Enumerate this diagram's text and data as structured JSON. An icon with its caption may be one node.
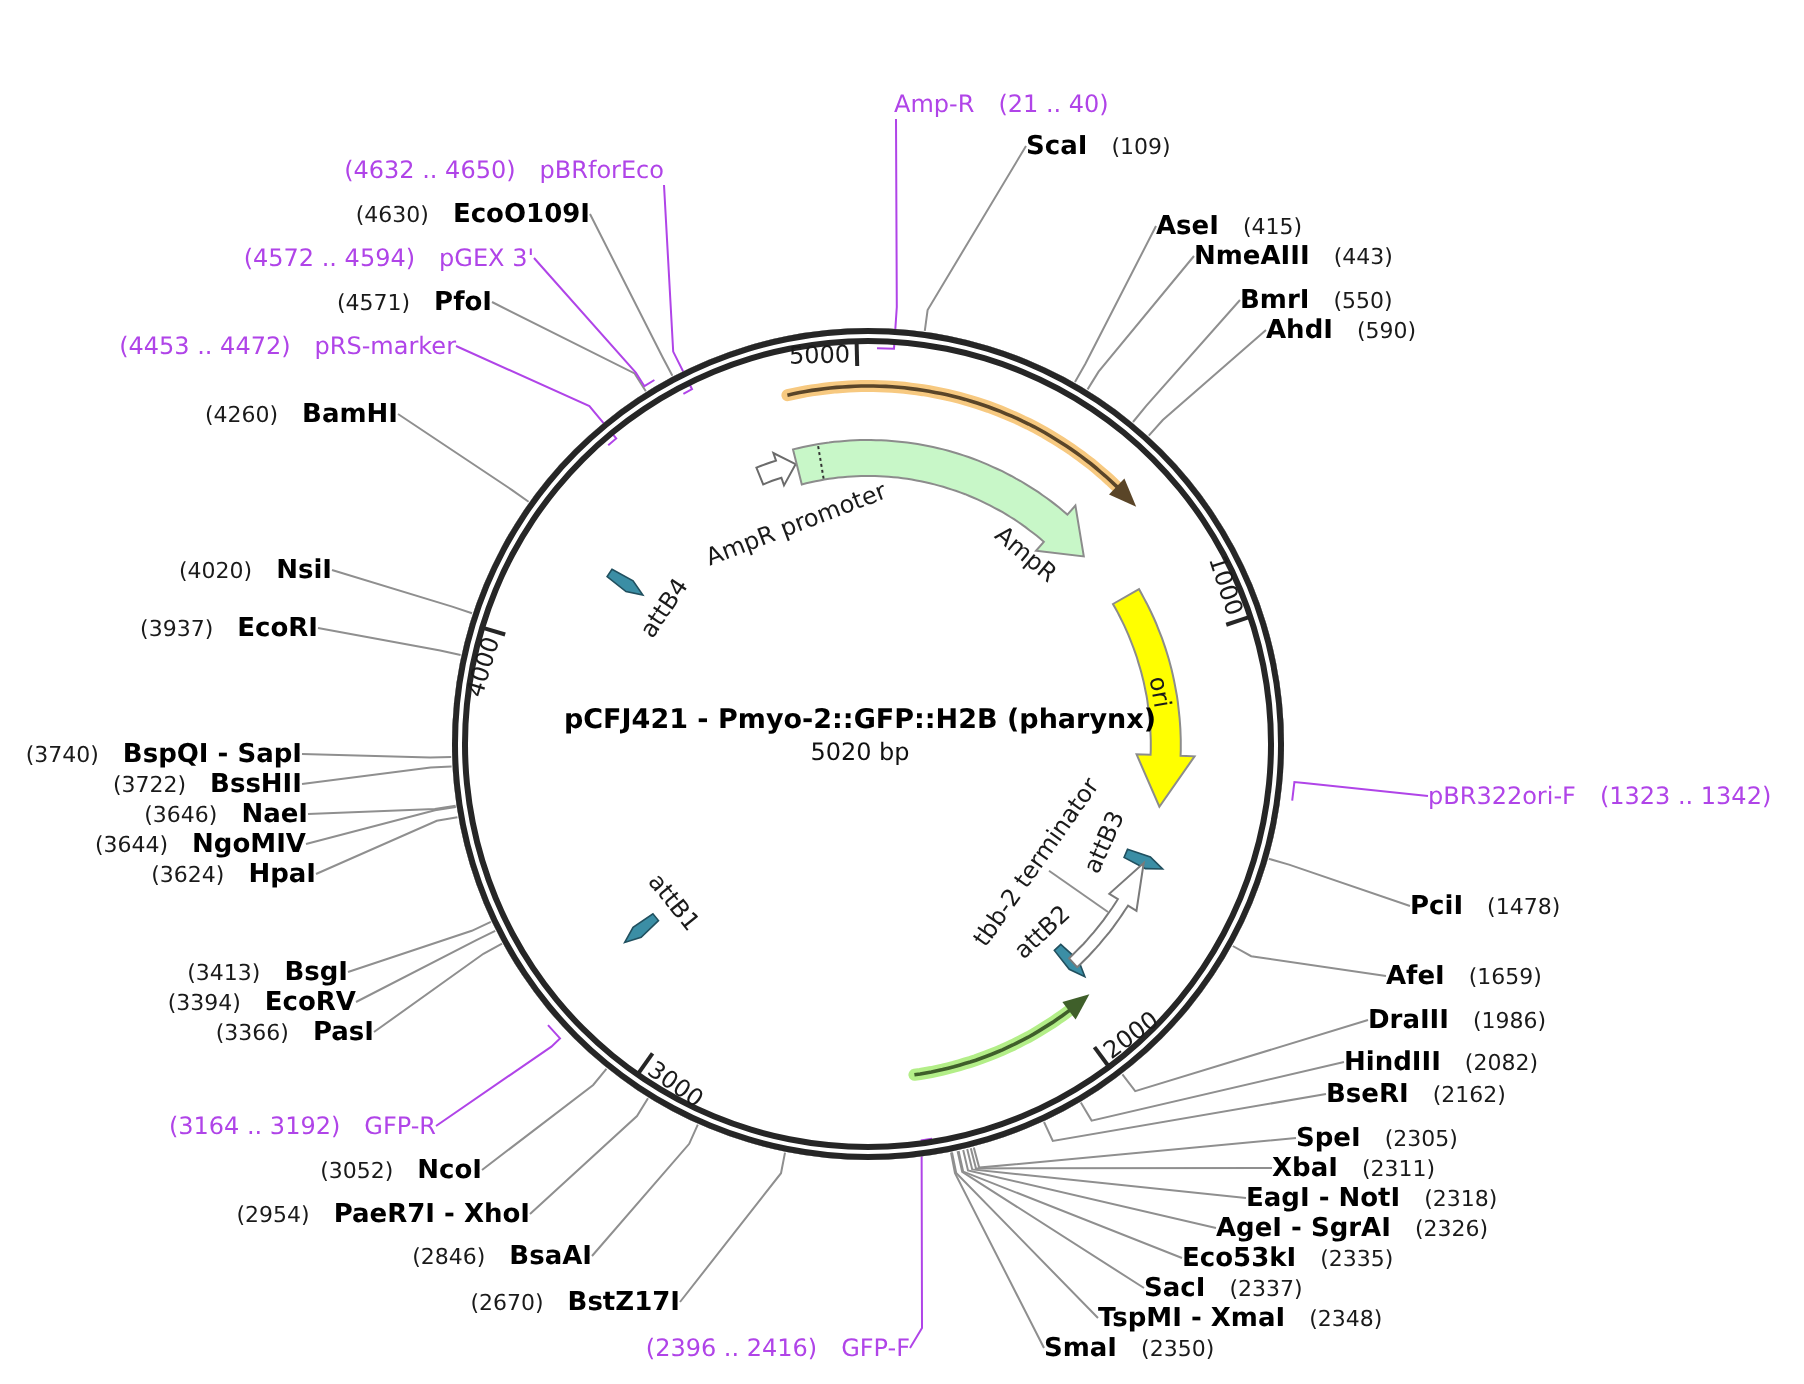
{
  "diagram": {
    "nodes": [
      {
        "text": [
          "pCFJ421 - Pmyo-2::GFP::H2B (pharynx)",
          "5020 bp"
        ]
      },
      {
        "text": [
          "ori"
        ],
        "in": 0
      },
      {
        "text": [
          "tbb-2 terminator"
        ],
        "in": 0
      },
      {
        "text": [],
        "shape": "arrow",
        "in": 0
      },
      {
        "text": [
          "Amp-R",
          "(21 .. 40)"
        ]
      },
      {
        "text": [
          "ScaI",
          "(109)"
        ]
      },
      {
        "text": [
          "AseI",
          "(415)"
        ]
      },
      {
        "text": [
          "NmeAIII",
          "(443)"
        ]
      },
      {
        "text": [
          "BmrI",
          "(550)"
        ]
      },
      {
        "text": [
          "AhdI",
          "(590)"
        ]
      },
      {
        "text": [
          "pBR322ori-F",
          "(1323 .. 1342)"
        ]
      },
      {
        "text": [
          "PciI",
          "(1478)"
        ]
      },
      {
        "text": [
          "AfeI",
          "(1659)"
        ]
      },
      {
        "text": [
          "DraIII",
          "(1986)"
        ]
      },
      {
        "text": [
          "HindIII",
          "(2082)"
        ]
      },
      {
        "text": [
          "BseRI",
          "(2162)"
        ]
      },
      {
        "text": [
          "SpeI",
          "(2305)"
        ]
      },
      {
        "text": [
          "XbaI",
          "(2311)"
        ]
      },
      {
        "text": [
          "EagI - NotI",
          "(2318)"
        ]
      },
      {
        "text": [
          "AgeI - SgrAI",
          "(2326)"
        ]
      },
      {
        "text": [
          "Eco53kI",
          "(2335)"
        ]
      },
      {
        "text": [
          "SacI",
          "(2337)"
        ]
      },
      {
        "text": [
          "TspMI - XmaI",
          "(2348)"
        ]
      },
      {
        "text": [
          "SmaI",
          "(2350)"
        ]
      },
      {
        "text": [
          "(2396 .. 2416)",
          "GFP-F"
        ]
      },
      {
        "text": [
          "(2670)",
          "BstZ17I"
        ]
      },
      {
        "text": [
          "(2846)",
          "BsaAI"
        ]
      },
      {
        "text": [
          "(2954)",
          "PaeR7I - XhoI"
        ]
      },
      {
        "text": [
          "(3052)",
          "NcoI"
        ]
      },
      {
        "text": [
          "(3164 .. 3192)",
          "GFP-R"
        ]
      },
      {
        "text": [
          "(3366)",
          "PasI"
        ]
      },
      {
        "text": [
          "(3394)",
          "EcoRV"
        ]
      },
      {
        "text": [
          "(3413)",
          "BsgI"
        ]
      },
      {
        "text": [
          "(3624)",
          "HpaI"
        ]
      },
      {
        "text": [
          "(3644)",
          "NgoMIV"
        ]
      },
      {
        "text": [
          "(3646)",
          "NaeI"
        ]
      },
      {
        "text": [
          "(3722)",
          "BssHII"
        ]
      },
      {
        "text": [
          "(3740)",
          "BspQI - SapI"
        ]
      },
      {
        "text": [
          "(3937)",
          "EcoRI"
        ]
      },
      {
        "text": [
          "(4020)",
          "NsiI"
        ]
      },
      {
        "text": [
          "(4260)",
          "BamHI"
        ]
      },
      {
        "text": [
          "(4453 .. 4472)",
          "pRS-marker"
        ]
      },
      {
        "text": [
          "(4571)",
          "PfoI"
        ]
      },
      {
        "text": [
          "(4572 .. 4594)",
          "pGEX 3'"
        ]
      },
      {
        "text": [
          "(4630)",
          "EcoO109I"
        ]
      },
      {
        "text": [
          "(4632 .. 4650)",
          "pBRforEco"
        ]
      }
    ],
    "edges": [
      {
        "from": 2,
        "to": 3,
        "arrow": "none"
      },
      {
        "from": 4,
        "to": 0,
        "arrow": "none",
        "color": "#b044e8"
      },
      {
        "from": 5,
        "to": 0,
        "arrow": "none"
      },
      {
        "from": 6,
        "to": 0,
        "arrow": "none"
      },
      {
        "from": 7,
        "to": 0,
        "arrow": "none"
      },
      {
        "from": 8,
        "to": 0,
        "arrow": "none"
      },
      {
        "from": 9,
        "to": 0,
        "arrow": "none"
      },
      {
        "from": 10,
        "to": 0,
        "arrow": "none",
        "color": "#b044e8"
      },
      {
        "from": 11,
        "to": 0,
        "arrow": "none"
      },
      {
        "from": 12,
        "to": 0,
        "arrow": "none"
      },
      {
        "from": 13,
        "to": 0,
        "arrow": "none"
      },
      {
        "from": 14,
        "to": 0,
        "arrow": "none"
      },
      {
        "from": 15,
        "to": 0,
        "arrow": "none"
      },
      {
        "from": 16,
        "to": 0,
        "arrow": "none"
      },
      {
        "from": 17,
        "to": 0,
        "arrow": "none"
      },
      {
        "from": 18,
        "to": 0,
        "arrow": "none"
      },
      {
        "from": 19,
        "to": 0,
        "arrow": "none"
      },
      {
        "from": 20,
        "to": 0,
        "arrow": "none"
      },
      {
        "from": 21,
        "to": 0,
        "arrow": "none"
      },
      {
        "from": 22,
        "to": 0,
        "arrow": "none"
      },
      {
        "from": 23,
        "to": 0,
        "arrow": "none"
      },
      {
        "from": 24,
        "to": 0,
        "arrow": "none",
        "color": "#b044e8"
      },
      {
        "from": 25,
        "to": 0,
        "arrow": "none"
      },
      {
        "from": 26,
        "to": 0,
        "arrow": "none"
      },
      {
        "from": 27,
        "to": 0,
        "arrow": "none"
      },
      {
        "from": 28,
        "to": 0,
        "arrow": "none"
      },
      {
        "from": 29,
        "to": 0,
        "arrow": "none",
        "color": "#b044e8"
      },
      {
        "from": 30,
        "to": 0,
        "arrow": "none"
      },
      {
        "from": 31,
        "to": 0,
        "arrow": "none"
      },
      {
        "from": 32,
        "to": 0,
        "arrow": "none"
      },
      {
        "from": 33,
        "to": 0,
        "arrow": "none"
      },
      {
        "from": 34,
        "to": 0,
        "arrow": "none"
      },
      {
        "from": 35,
        "to": 0,
        "arrow": "none"
      },
      {
        "from": 36,
        "to": 0,
        "arrow": "none"
      },
      {
        "from": 37,
        "to": 0,
        "arrow": "none"
      },
      {
        "from": 38,
        "to": 0,
        "arrow": "none"
      },
      {
        "from": 39,
        "to": 0,
        "arrow": "none"
      },
      {
        "from": 40,
        "to": 0,
        "arrow": "none"
      },
      {
        "from": 41,
        "to": 0,
        "arrow": "none",
        "color": "#b044e8"
      },
      {
        "from": 42,
        "to": 0,
        "arrow": "none"
      },
      {
        "from": 43,
        "to": 0,
        "arrow": "none",
        "color": "#b044e8"
      },
      {
        "from": 44,
        "to": 0,
        "arrow": "none"
      },
      {
        "from": 45,
        "to": 0,
        "arrow": "none",
        "color": "#b044e8"
      }
    ],
    "labels": [
      "5000",
      "AmpR promoter",
      "AmpR",
      "1000",
      "attB4",
      "4000",
      "attB3",
      "attB1",
      "attB2",
      "2000",
      "3000"
    ]
  }
}
